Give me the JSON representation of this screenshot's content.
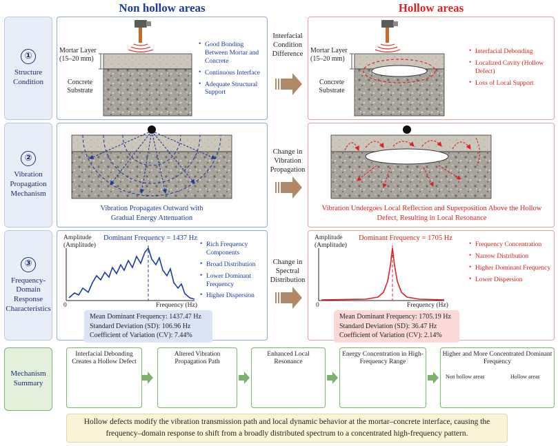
{
  "headers": {
    "left": "Non hollow areas",
    "right": "Hollow areas"
  },
  "rows": [
    {
      "number": "①",
      "label": "Structure Condition"
    },
    {
      "number": "②",
      "label": "Vibration Propagation Mechanism"
    },
    {
      "number": "③",
      "label": "Frequency-Domain Response Characteristics"
    }
  ],
  "summary_label": "Mechanism Summary",
  "row1": {
    "mortar_label": "Mortar Layer (15–20 mm)",
    "substrate_label": "Concrete Substrate",
    "left_bullets": [
      "Good Bonding Between Mortar and Concrete",
      "Continuous Interface",
      "Adequate Structural Support"
    ],
    "mid_label": "Interfacial Condition Difference",
    "right_mortar_label": "Mortar Layer (15–20 mm)",
    "right_substrate_label": "Concrete Substrate",
    "right_bullets": [
      "Interfacial Debonding",
      "Localized Cavity (Hollow Defect)",
      "Loss of Local Support"
    ]
  },
  "row2": {
    "left_caption": "Vibration Propagates Outward with Gradual Energy Attenuation",
    "mid_label": "Change in Vibration Propagation",
    "right_caption": "Vibration Undergoes Local Reflection and Superposition Above the Hollow Defect, Resulting in Local Resonance"
  },
  "row3": {
    "left_title": "Dominant Frequency = 1437 Hz",
    "right_title": "Dominant Frequency = 1705 Hz",
    "ylabel": "Amplitude (Amplitude)",
    "xlabel": "Frequency (Hz)",
    "origin": "0",
    "left_bullets": [
      "Rich Frequency Components",
      "Broad Distribution",
      "Lower Dominant Frequency",
      "Higher Dispersion"
    ],
    "right_bullets": [
      "Frequency Concentration",
      "Narrow Distribution",
      "Higher Dominant Frequency",
      "Lower Dispersion"
    ],
    "mid_label": "Change in Spectral Distribution",
    "left_stats": {
      "mean": "Mean Dominant Frequency:  1437.47 Hz",
      "sd": "Standard Deviation (SD):   106.96 Hz",
      "cv": "Coefficient of Variation (CV):   7.44%"
    },
    "right_stats": {
      "mean": "Mean Dominant Frequency:  1705.19 Hz",
      "sd": "Standard Deviation (SD):     36.47 Hz",
      "cv": "Coefficient of Variation (CV):   2.14%"
    }
  },
  "summary_steps": [
    "Interfacial Debonding Creates a Hollow Defect",
    "Altered Vibration Propagation Path",
    "Enhanced Local Resonance",
    "Energy Concentration in High-Frequency Range",
    "Higher and More Concentrated Dominant Frequency"
  ],
  "summary_hist_labels": {
    "left": "Non hollow areas",
    "right": "Hollow areas"
  },
  "caption": "Hollow defects modify the vibration transmission path and local dynamic behavior at the mortar–concrete interface, causing the frequency–domain response to shift from a broadly distributed spectrum to a concentrated high-frequency pattern.",
  "colors": {
    "blue": "#1a3a9c",
    "red": "#e02020",
    "green": "#7cb36b",
    "arrow": "#b08a66"
  },
  "icons": [
    "hammer-icon",
    "impact-ball-icon",
    "right-arrow-icon",
    "resonance-icon"
  ]
}
